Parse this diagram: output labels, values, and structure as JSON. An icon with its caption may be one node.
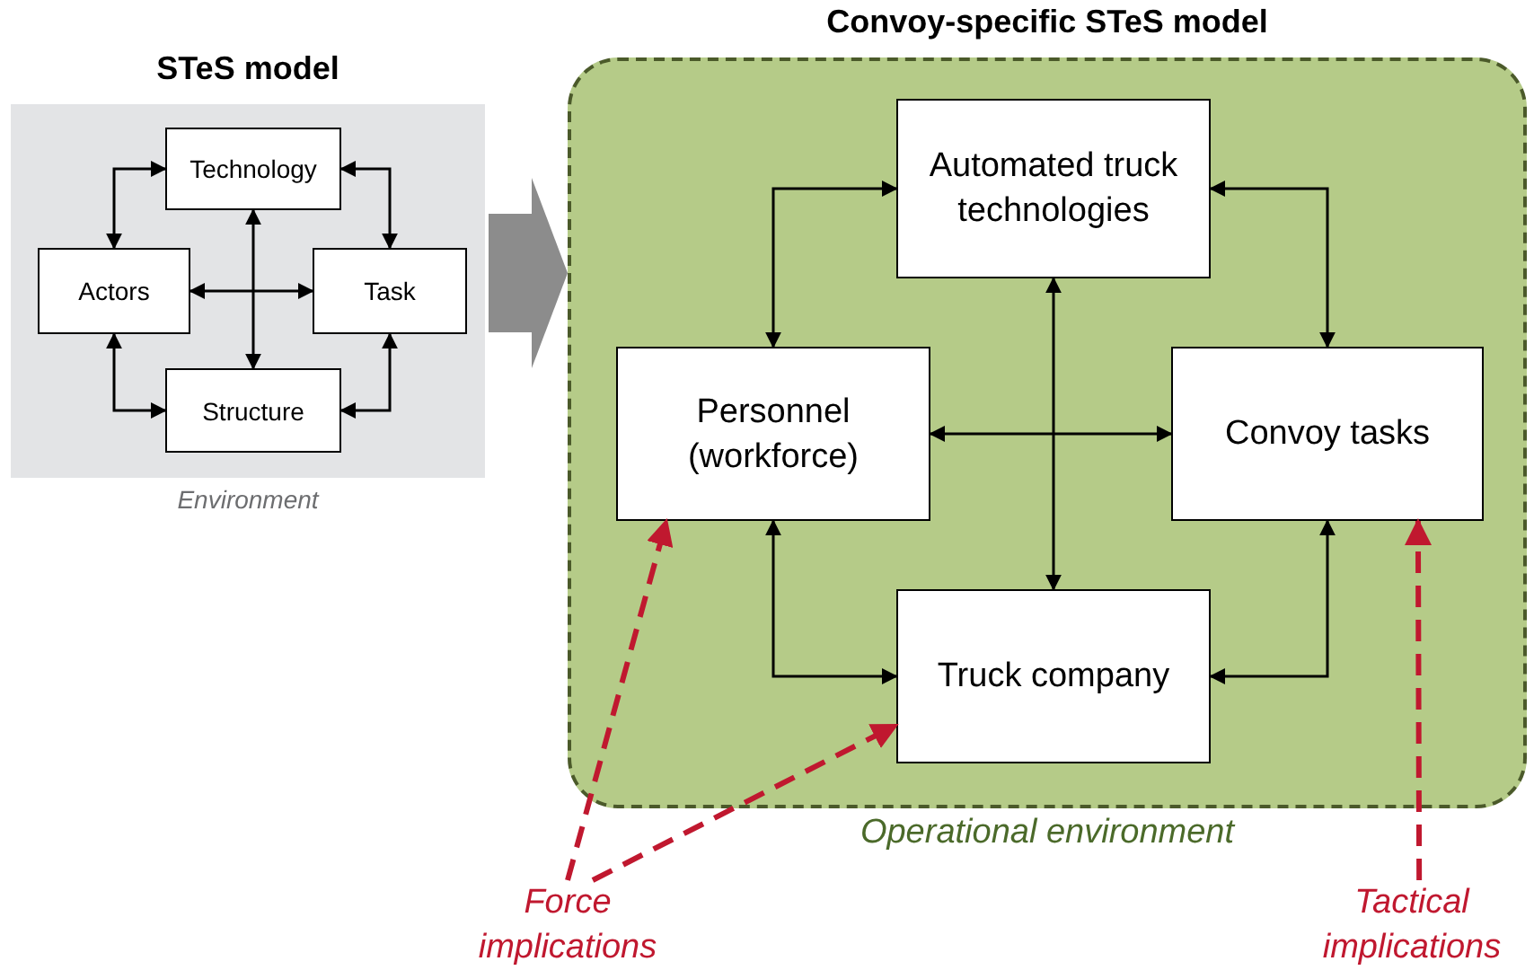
{
  "diagram": {
    "nodes": [
      {
        "text": [
          "STeS model",
          "Environment"
        ]
      },
      {
        "text": [
          "Technology"
        ],
        "in": 0
      },
      {
        "text": [
          "Actors"
        ],
        "in": 0
      },
      {
        "text": [
          "Task"
        ],
        "in": 0
      },
      {
        "text": [
          "Structure"
        ],
        "in": 0
      },
      {
        "text": [
          "Convoy-specific STeS model",
          "Operational environment"
        ]
      },
      {
        "text": [
          "Automated truck technologies"
        ],
        "in": 5
      },
      {
        "text": [
          "Personnel (workforce)"
        ],
        "in": 5
      },
      {
        "text": [
          "Convoy tasks"
        ],
        "in": 5
      },
      {
        "text": [
          "Truck company"
        ],
        "in": 5
      },
      {
        "text": [
          "Force implications"
        ]
      },
      {
        "text": [
          "Tactical implications"
        ]
      }
    ],
    "edges": [
      {
        "from": 0,
        "to": 5,
        "arrow": "to",
        "style": "thick",
        "color": "#8c8c8c"
      },
      {
        "from": 1,
        "to": 2,
        "arrow": "both"
      },
      {
        "from": 1,
        "to": 3,
        "arrow": "both"
      },
      {
        "from": 1,
        "to": 4,
        "arrow": "both"
      },
      {
        "from": 2,
        "to": 3,
        "arrow": "both"
      },
      {
        "from": 2,
        "to": 4,
        "arrow": "both"
      },
      {
        "from": 3,
        "to": 4,
        "arrow": "both"
      },
      {
        "from": 6,
        "to": 7,
        "arrow": "both"
      },
      {
        "from": 6,
        "to": 8,
        "arrow": "both"
      },
      {
        "from": 6,
        "to": 9,
        "arrow": "both"
      },
      {
        "from": 7,
        "to": 8,
        "arrow": "both"
      },
      {
        "from": 7,
        "to": 9,
        "arrow": "both"
      },
      {
        "from": 8,
        "to": 9,
        "arrow": "both"
      },
      {
        "from": 10,
        "to": 7,
        "arrow": "to",
        "style": "dashed",
        "color": "#c0182f"
      },
      {
        "from": 10,
        "to": 9,
        "arrow": "to",
        "style": "dashed",
        "color": "#c0182f"
      },
      {
        "from": 11,
        "to": 8,
        "arrow": "to",
        "style": "dashed",
        "color": "#c0182f"
      }
    ]
  }
}
